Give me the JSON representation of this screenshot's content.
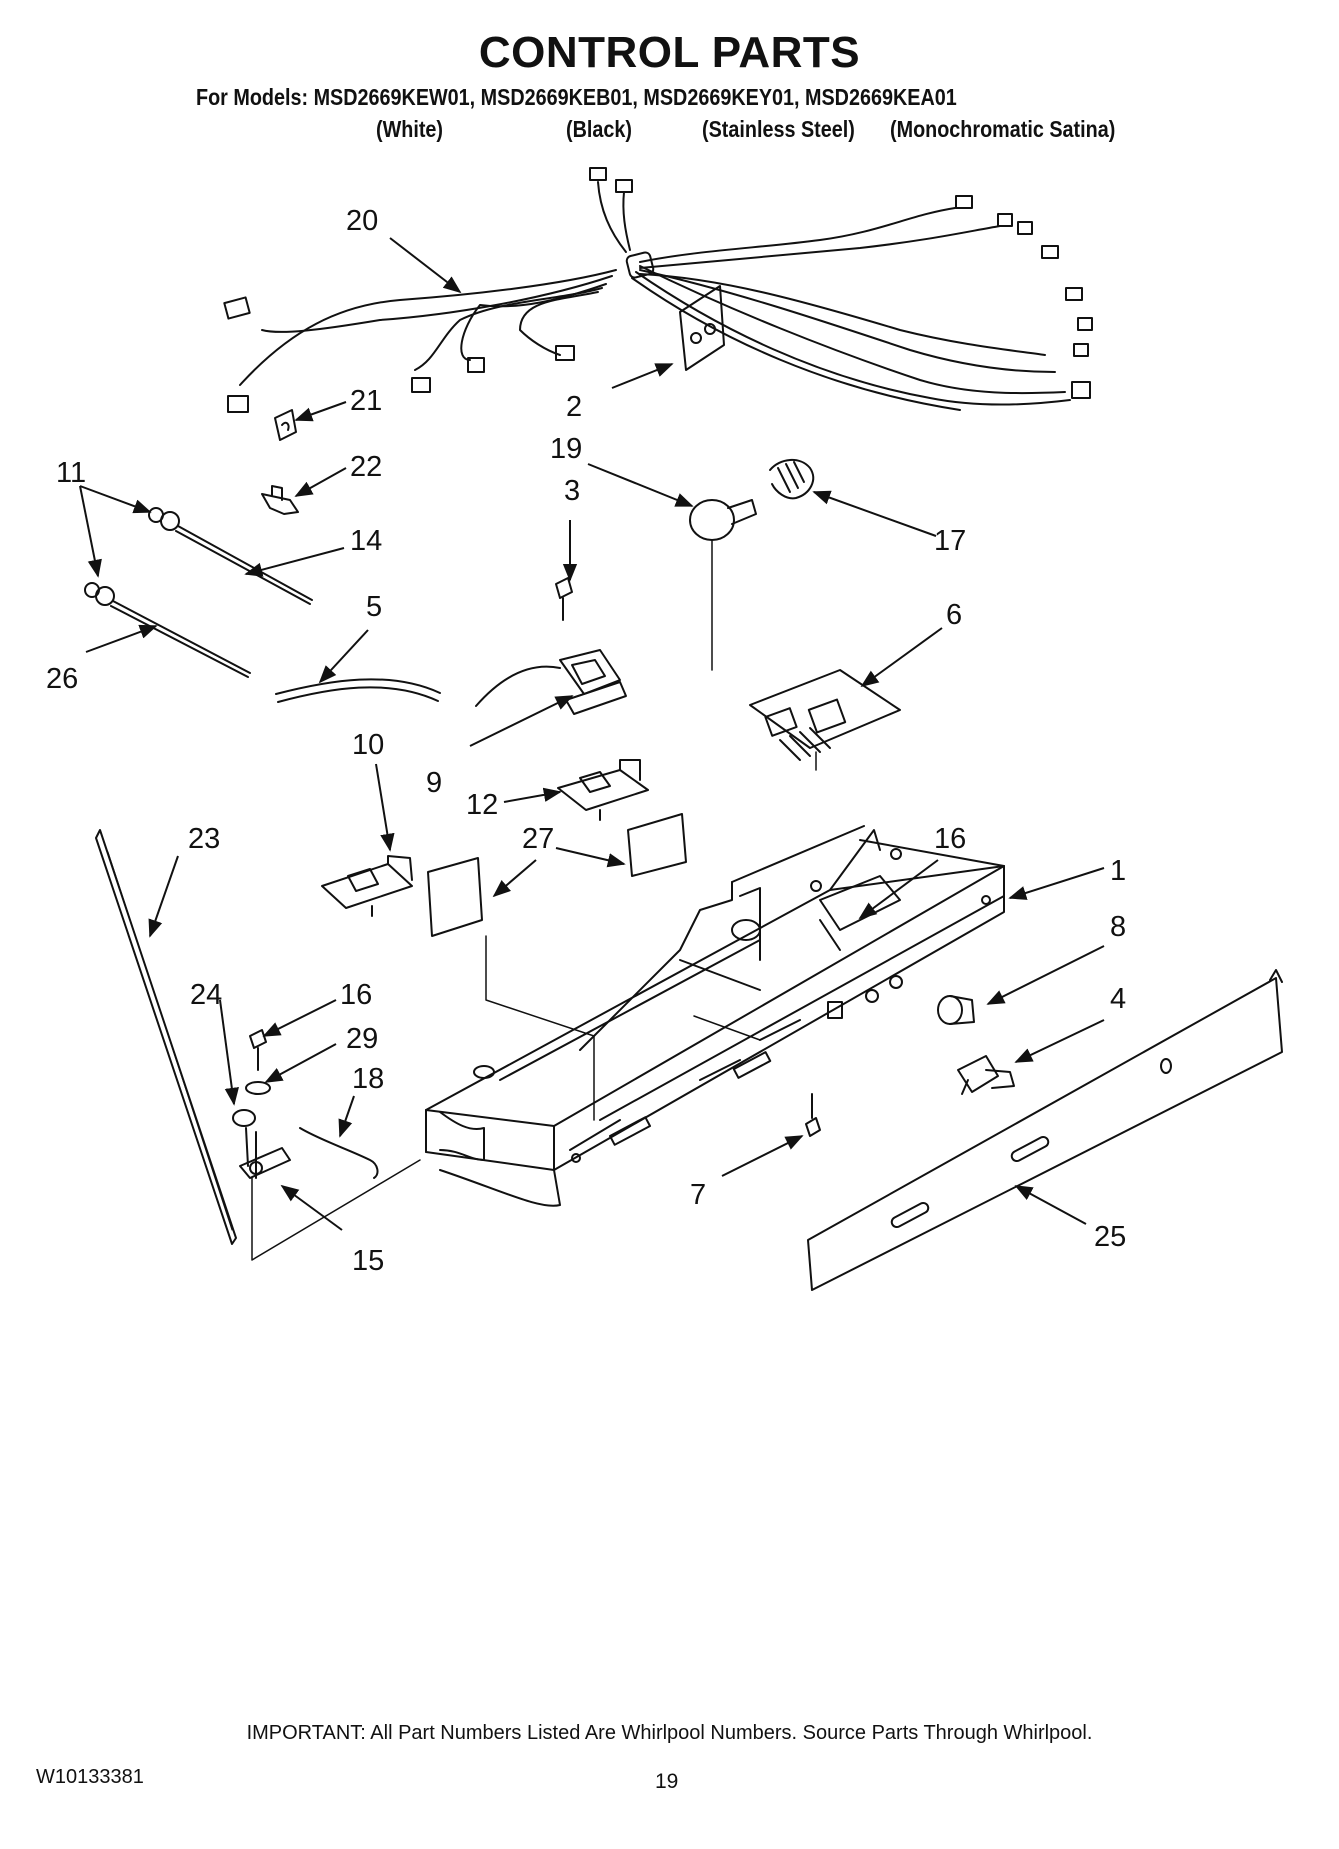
{
  "header": {
    "title": "CONTROL PARTS",
    "models_line": "For Models: MSD2669KEW01, MSD2669KEB01, MSD2669KEY01, MSD2669KEA01",
    "variants": [
      "(White)",
      "(Black)",
      "(Stainless Steel)",
      "(Monochromatic Satina)"
    ]
  },
  "callouts": [
    "1",
    "2",
    "3",
    "4",
    "5",
    "6",
    "7",
    "8",
    "9",
    "10",
    "11",
    "12",
    "14",
    "15",
    "16",
    "16",
    "17",
    "18",
    "19",
    "20",
    "21",
    "22",
    "23",
    "24",
    "25",
    "26",
    "27",
    "29"
  ],
  "footer": {
    "important": "IMPORTANT: All Part Numbers Listed Are Whirlpool Numbers. Source Parts Through Whirlpool.",
    "doc_number": "W10133381",
    "page_number": "19"
  }
}
